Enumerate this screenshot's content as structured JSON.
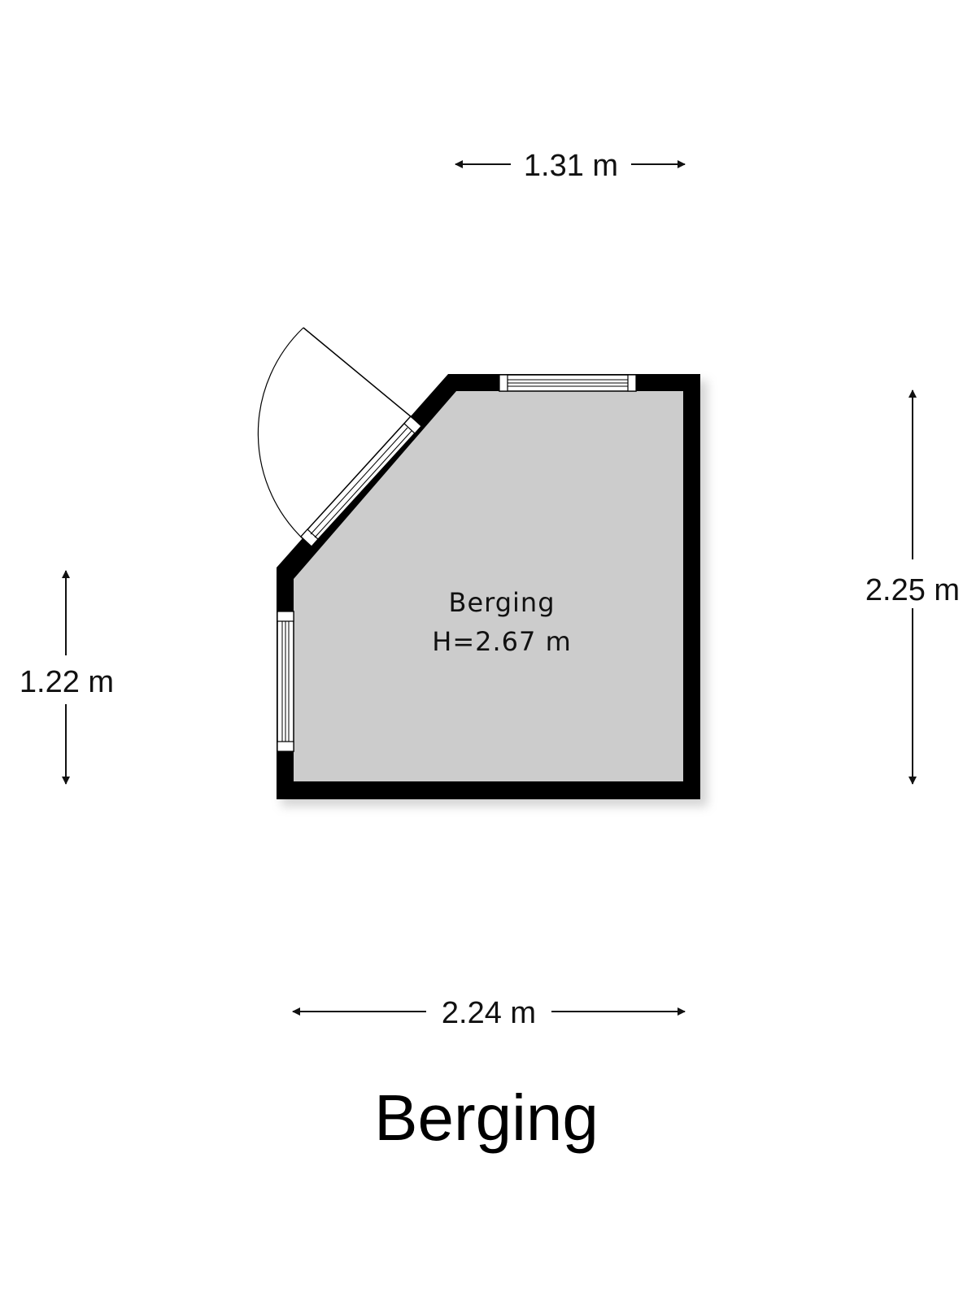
{
  "plan": {
    "title": "Berging",
    "room": {
      "name": "Berging",
      "height": "H=2.67 m"
    },
    "dimensions": {
      "top": "1.31 m",
      "right": "2.25 m",
      "left": "1.22 m",
      "bottom": "2.24 m"
    }
  },
  "colors": {
    "wall": "#000000",
    "floor": "#cccccc",
    "window": "#ffffff",
    "ink": "#111111"
  }
}
